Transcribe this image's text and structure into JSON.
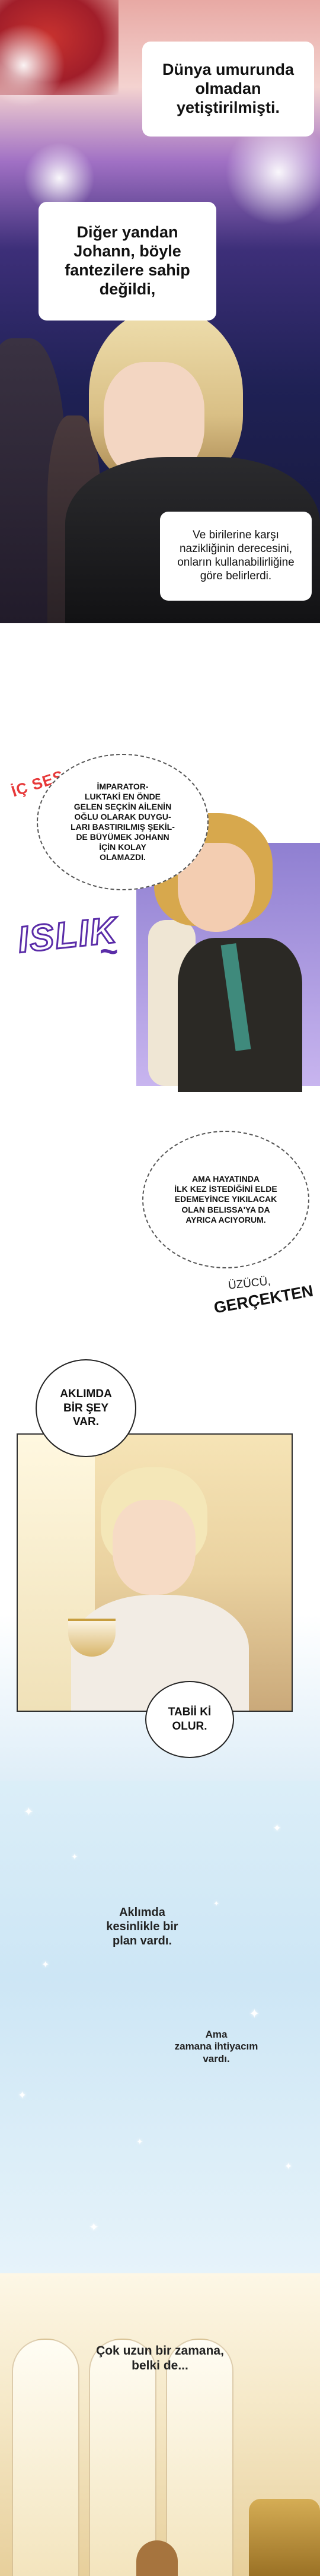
{
  "panel_1": {
    "caption_1_lines": [
      "Dünya umurunda",
      "olmadan",
      "yetiştirilmişti."
    ],
    "caption_2_lines": [
      "Diğer yandan",
      "Johann, böyle",
      "fantezilere sahip",
      "değildi,"
    ],
    "caption_3_lines": [
      "Ve birilerine karşı",
      "nazikliğinin derecesini,",
      "onların kullanabilirliğine",
      "göre belirlerdi."
    ]
  },
  "panel_2": {
    "inner_voice_label": "İÇ SES",
    "thought_lines": [
      "İMPARATOR-",
      "LUKTAKİ EN ÖNDE",
      "GELEN SEÇKİN AİLENİN",
      "OĞLU OLARAK DUYGU-",
      "LARI BASTIRILMIŞ ŞEKİL-",
      "DE BÜYÜMEK JOHANN",
      "İÇİN KOLAY",
      "OLAMAZDI."
    ],
    "sfx_whistle": "ISLIK",
    "sfx_whistle_tail": "~"
  },
  "panel_3": {
    "thought_lines": [
      "AMA HAYATINDA",
      "İLK KEZ İSTEDİĞİNİ ELDE",
      "EDEMEYİNCE YIKILACAK",
      "OLAN BELISSA'YA DA",
      "AYRICA ACIYORUM."
    ],
    "sfx_small": "ÜZÜCÜ,",
    "sfx_large": "GERÇEKTEN"
  },
  "panel_4": {
    "bubble_1_lines": [
      "AKLIMDA",
      "BİR ŞEY",
      "VAR."
    ],
    "bubble_2_lines": [
      "TABİİ Kİ",
      "OLUR."
    ]
  },
  "panel_5": {
    "text_1_lines": [
      "Aklımda",
      "kesinlikle bir",
      "plan vardı."
    ],
    "text_2_lines": [
      "Ama",
      "zamana ihtiyacım",
      "vardı."
    ]
  },
  "panel_6": {
    "text_lines": [
      "Çok uzun bir zamana,",
      "belki de..."
    ]
  },
  "colors": {
    "sfx_inner_voice": "#e7393a",
    "sfx_whistle_outline": "#5a2ca8",
    "tie": "#3f8a7c"
  }
}
